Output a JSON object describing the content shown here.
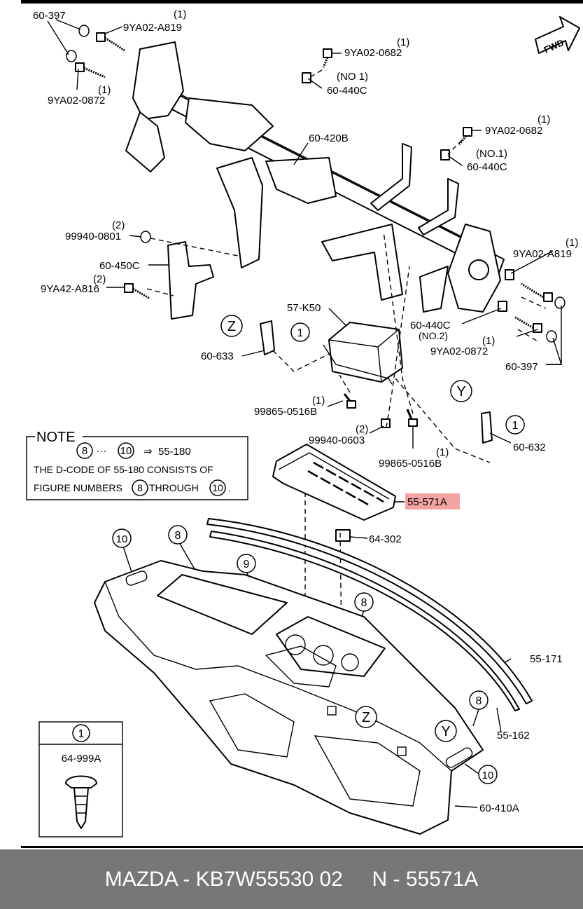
{
  "fwd_label": "FWD",
  "callouts": {
    "c60_397a": "60-397",
    "c9ya02_a819a": "9YA02-A819",
    "q1a": "(1)",
    "c9ya02_0872a": "9YA02-0872",
    "q1b": "(1)",
    "c9ya02_0682a": "9YA02-0682",
    "q1c": "(1)",
    "no1a": "(NO 1)",
    "c60_440ca": "60-440C",
    "c9ya02_0682b": "9YA02-0682",
    "q1d": "(1)",
    "no1b": "(NO.1)",
    "c60_440cb": "60-440C",
    "c60_420b": "60-420B",
    "c99940_0801": "99940-0801",
    "q2a": "(2)",
    "c60_450c": "60-450C",
    "c9ya42_a816": "9YA42-A816",
    "q2b": "(2)",
    "c9ya02_a819b": "9YA02-A819",
    "q1e": "(1)",
    "c57_k50": "57-K50",
    "c60_440cc": "60-440C",
    "no2": "(NO.2)",
    "c9ya02_0872b": "9YA02-0872",
    "q1f": "(1)",
    "c60_397b": "60-397",
    "c60_633": "60-633",
    "c99865_0516ba": "99865-0516B",
    "q1g": "(1)",
    "c99940_0603": "99940-0603",
    "q2c": "(2)",
    "c99865_0516bb": "99865-0516B",
    "q1h": "(1)",
    "c60_632": "60-632",
    "c55_571a": "55-571A",
    "c64_302": "64-302",
    "c55_171": "55-171",
    "c55_162": "55-162",
    "c60_410a": "60-410A"
  },
  "markers": {
    "z1": "Z",
    "z2": "Z",
    "y1": "Y",
    "y2": "Y",
    "one1": "1",
    "one2": "1",
    "one3": "1",
    "n10a": "10",
    "n8a": "8",
    "n9": "9",
    "n8b": "8",
    "n8c": "8",
    "n10b": "10"
  },
  "note": {
    "title": "NOTE",
    "circ_start": "8",
    "dots": "···",
    "circ_end": "10",
    "arrow": "⇒",
    "target": "55-180",
    "line2": "THE D-CODE OF  55-180  CONSISTS OF",
    "line3a": "FIGURE NUMBERS",
    "line3_circ1": "8",
    "line3b": "THROUGH",
    "line3_circ2": "10",
    "line3c": "."
  },
  "legend": {
    "num": "1",
    "part": "64-999A"
  },
  "footer": {
    "text": "MAZDA - KB7W55530 02     N - 55571A"
  },
  "colors": {
    "highlight": "#f4a3a3",
    "footer_bg": "#777777",
    "footer_text": "#ffffff"
  }
}
